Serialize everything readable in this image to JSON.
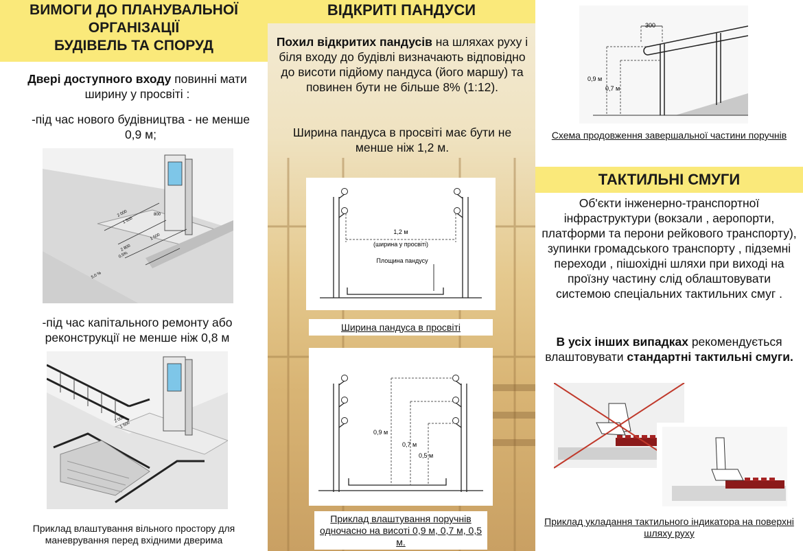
{
  "left": {
    "title_l1": "ВИМОГИ ДО ПЛАНУВАЛЬНОЇ",
    "title_l2": "ОРГАНІЗАЦІЇ",
    "title_l3": "БУДІВЕЛЬ ТА СПОРУД",
    "door_bold": "Двері доступного входу",
    "door_rest": " повинні мати ширину у просвіті :",
    "new_build": "-під час нового будівництва - не менше 0,9 м;",
    "repair": "-під час капітального ремонту або реконструкції не менше ніж 0,8 м",
    "fig1_labels": [
      "2 000",
      "1 500",
      "800",
      "1 500",
      "2 800",
      "0,5%",
      "5,0 %"
    ],
    "fig2_labels": [
      "2 000",
      "1 500"
    ],
    "caption": "Приклад влаштування вільного простору для маневрування перед вхідними дверима"
  },
  "middle": {
    "title": "ВІДКРИТІ ПАНДУСИ",
    "slope_bold": "Похил відкритих пандусів",
    "slope_rest": " на шляхах руху і біля входу до будівлі визначають відповідно до висоти підйому пандуса (його маршу) та повинен бути не більше 8% (1:12).",
    "width_text": "Ширина пандуса в просвіті має бути не менше ніж 1,2 м.",
    "fig1": {
      "width_value": "1,2 м",
      "width_note": "(ширина у просвіті)",
      "platform": "Площина пандусу"
    },
    "fig1_caption": "Ширина пандуса в просвіті",
    "fig2": {
      "h1": "0,9 м",
      "h2": "0,7 м",
      "h3": "0,5 м"
    },
    "fig2_caption": "Приклад влаштування поручнів одночасно на висоті 0,9 м, 0,7 м, 0,5 м."
  },
  "right": {
    "fig": {
      "dim": "300",
      "h1": "0,9 м",
      "h2": "0,7 м"
    },
    "fig_caption": "Схема продовження завершальної частини поручнів",
    "title": "ТАКТИЛЬНІ СМУГИ",
    "objects_text": "Об'єкти інженерно-транспортної інфраструктури (вокзали , аеропорти, платформи та перони рейкового транспорту), зупинки громадського транспорту , підземні переходи , пішохідні шляхи при виході на проїзну частину слід облаштовувати системою спеціальних тактильних смуг .",
    "other_bold": "В усіх інших випадках",
    "other_mid": " рекомендується влаштовувати ",
    "other_bold2": "стандартні тактильні смуги.",
    "fig2_caption": "Приклад укладання тактильного індикатора на поверхні шляху руху"
  }
}
